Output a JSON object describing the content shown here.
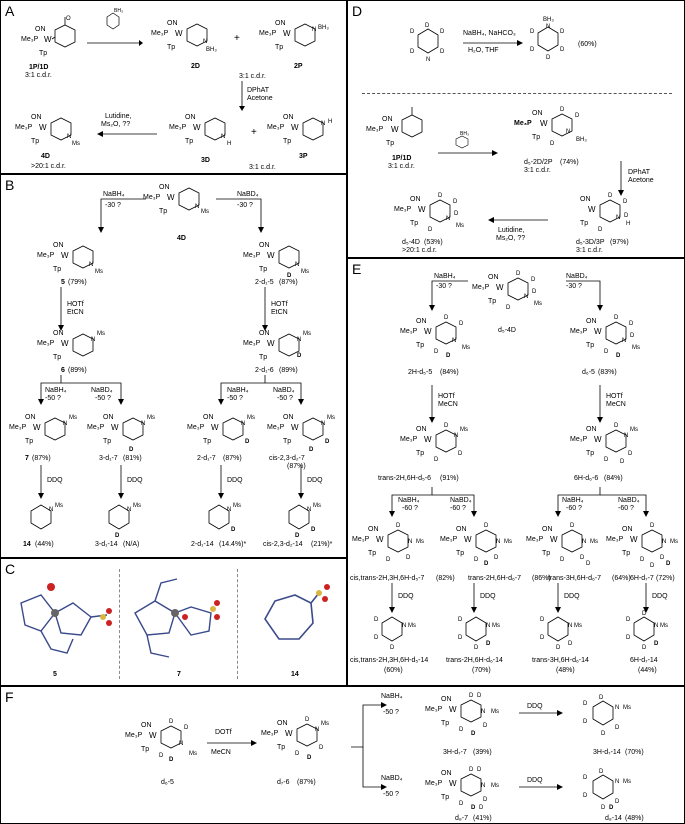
{
  "panels": {
    "A": {
      "label": "A",
      "compounds": [
        {
          "id": "a1",
          "name": "1P/1D",
          "sub": "3:1 c.d.r."
        },
        {
          "id": "a2",
          "name": "2D"
        },
        {
          "id": "a3",
          "name": "2P"
        },
        {
          "id": "a4",
          "name": "3D"
        },
        {
          "id": "a5",
          "name": "3P"
        },
        {
          "id": "a6",
          "name": "4D",
          "sub": ">20:1 c.d.r."
        }
      ],
      "plus1": "+",
      "plus2": "+",
      "ratio1": "3:1 c.d.r.",
      "ratio2": "3:1 c.d.r.",
      "cond1": "DPhAT",
      "cond2": "Acetone",
      "cond3": "Lutidine,",
      "cond4": "Ms₂O, ??"
    },
    "B": {
      "label": "B",
      "left_reagent": "NaBH₄",
      "left_temp": "-30 ?",
      "right_reagent": "NaBD₄",
      "right_temp": "-30 ?",
      "start": "4D",
      "c5": "5",
      "c5y": "(79%)",
      "c5d": "2-d₁-5",
      "c5dy": "(87%)",
      "hotf1": "HOTf",
      "etcn1": "EtCN",
      "hotf2": "HOTf",
      "etcn2": "EtCN",
      "c6": "6",
      "c6y": "(89%)",
      "c6d": "2-d₁-6",
      "c6dy": "(89%)",
      "r1": "NaBH₄",
      "r1t": "-50 ?",
      "r2": "NaBD₄",
      "r2t": "-50 ?",
      "r3": "NaBH₄",
      "r3t": "-50 ?",
      "r4": "NaBD₄",
      "r4t": "-50 ?",
      "p1": "7",
      "p1y": "(87%)",
      "p2": "3-d₁-7",
      "p2y": "(81%)",
      "p3": "2-d₁-7",
      "p3y": "(87%)",
      "p4": "cis-2,3-d₂-7",
      "p4y": "(87%)",
      "ddq": "DDQ",
      "f1": "14",
      "f1y": "(44%)",
      "f2": "3-d₁-14",
      "f2y": "(N/A)",
      "f3": "2-d₁-14",
      "f3y": "(14.4%)*",
      "f4": "cis-2,3-d₂-14",
      "f4y": "(21%)*"
    },
    "C": {
      "label": "C",
      "m1": "5",
      "m2": "7",
      "m3": "14"
    },
    "D": {
      "label": "D",
      "cond1": "NaBH₄, NaHCO₃",
      "cond2": "H₂O, THF",
      "yield1": "(60%)",
      "c1": "1P/1D",
      "c1s": "3:1 c.d.r.",
      "c2": "d₅-2D/2P",
      "c2y": "(74%)",
      "c2s": "3:1 c.d.r.",
      "cond3": "DPhAT",
      "cond4": "Acetone",
      "c3": "d₅-3D/3P",
      "c3y": "(97%)",
      "c3s": "3:1 c.d.r.",
      "cond5": "Lutidine,",
      "cond6": "Ms₂O, ??",
      "c4": "d₅-4D",
      "c4y": "(53%)",
      "c4s": ">20:1 c.d.r."
    },
    "E": {
      "label": "E",
      "l_reag": "NaBH₄",
      "l_temp": "-30 ?",
      "r_reag": "NaBD₄",
      "r_temp": "-30 ?",
      "start": "d₅-4D",
      "c5a": "2H-d₅-5",
      "c5ay": "(84%)",
      "c5b": "d₆-5",
      "c5by": "(83%)",
      "hotf": "HOTf",
      "mecn": "MeCN",
      "c6a": "trans-2H,6H-d₅-6",
      "c6ay": "(91%)",
      "c6b": "6H-d₆-6",
      "c6by": "(84%)",
      "r1": "NaBH₄",
      "r2": "NaBD₄",
      "r3": "NaBH₄",
      "r4": "NaBD₄",
      "rt": "-60 ?",
      "p1": "cis,trans-2H,3H,6H-d₅-7",
      "p1y": "(82%)",
      "p2": "trans-2H,6H-d₆-7",
      "p2y": "(86%)",
      "p3": "trans-3H,6H-d₆-7",
      "p3y": "(64%)",
      "p4": "6H-d₇-7",
      "p4y": "(72%)",
      "ddq": "DDQ",
      "f1": "cis,trans-2H,3H,6H-d₅-14",
      "f1y": "(60%)",
      "f2": "trans-2H,6H-d₆-14",
      "f2y": "(70%)",
      "f3": "trans-3H,6H-d₆-14",
      "f3y": "(48%)",
      "f4": "6H-d₇-14",
      "f4y": "(44%)"
    },
    "F": {
      "label": "F",
      "start": "d₆-5",
      "cond1": "DOTf",
      "cond2": "MeCN",
      "c6": "d₇-6",
      "c6y": "(87%)",
      "r1": "NaBH₄",
      "r1t": "-50 ?",
      "r2": "NaBD₄",
      "r2t": "-50 ?",
      "p1": "3H-d₇-7",
      "p1y": "(39%)",
      "p2": "d₈-7",
      "p2y": "(41%)",
      "ddq": "DDQ",
      "f1": "3H-d₇-14",
      "f1y": "(70%)",
      "f2": "d₈-14",
      "f2y": "(48%)"
    }
  },
  "atoms": {
    "W": "W",
    "ON": "ON",
    "Tp": "Tp",
    "Me3P": "Me₃P",
    "N": "N",
    "Ms": "Ms",
    "D": "D",
    "H": "H",
    "BH3": "BH₃",
    "O": "O"
  }
}
